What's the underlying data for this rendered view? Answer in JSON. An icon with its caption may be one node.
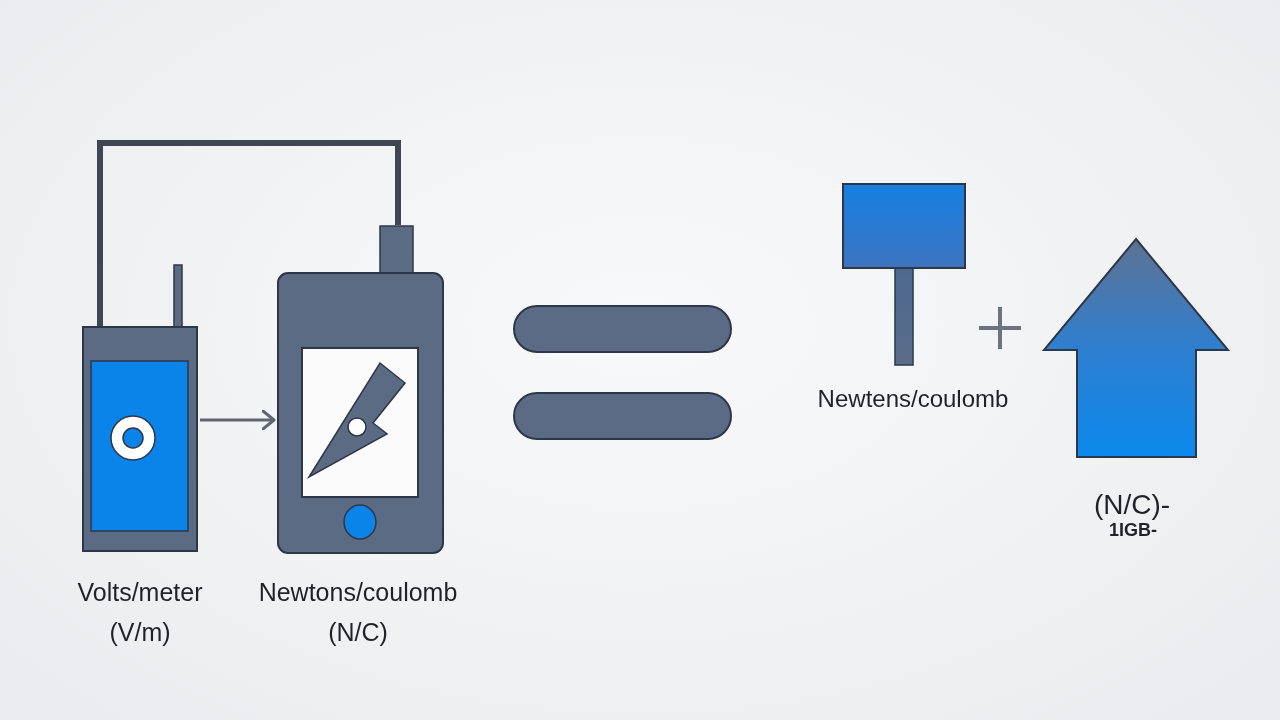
{
  "diagram": {
    "nodes": [
      {
        "text": [],
        "shape": "picture",
        "beside": [
          "Volts/meter (V/m)"
        ]
      },
      {
        "text": [],
        "shape": "picture",
        "beside": [
          "Newtons/coulomb (N/C)"
        ]
      }
    ],
    "edges": [
      {
        "from": 0,
        "to": 1,
        "arrow": "to"
      },
      {
        "from": 0,
        "to": 1,
        "arrow": "none",
        "style": "thick"
      }
    ],
    "labels": [
      "Newtens/coulomb",
      "(N/C)-",
      "1IGB-"
    ]
  }
}
